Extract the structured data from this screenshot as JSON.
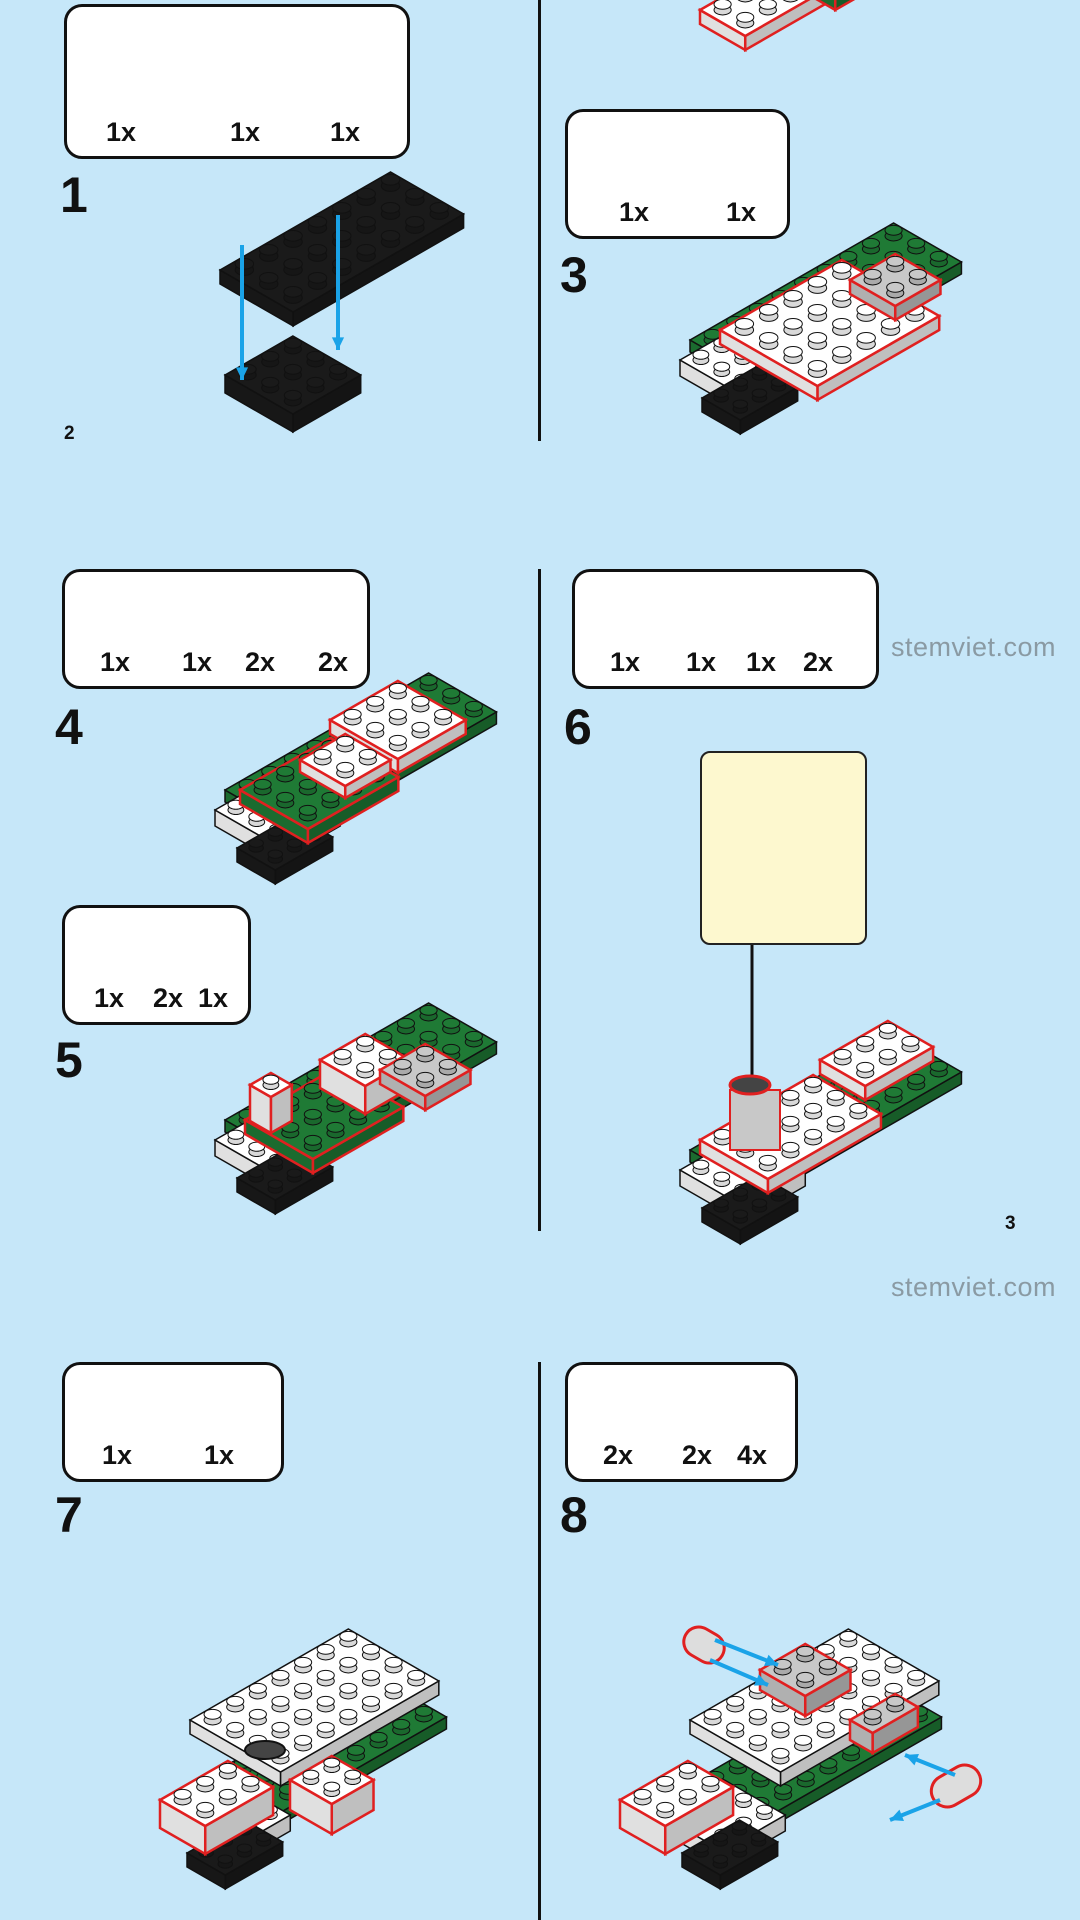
{
  "page_numbers": {
    "left": "2",
    "right": "3"
  },
  "watermark": "stemviet.com",
  "steps": [
    {
      "number": "1",
      "parts": [
        "1x",
        "1x",
        "1x"
      ]
    },
    {
      "number": "3",
      "parts": [
        "1x",
        "1x"
      ]
    },
    {
      "number": "4",
      "parts": [
        "1x",
        "1x",
        "2x",
        "2x"
      ]
    },
    {
      "number": "5",
      "parts": [
        "1x",
        "2x",
        "1x"
      ]
    },
    {
      "number": "6",
      "parts": [
        "1x",
        "1x",
        "1x",
        "2x"
      ]
    },
    {
      "number": "7",
      "parts": [
        "1x",
        "1x"
      ]
    },
    {
      "number": "8",
      "parts": [
        "2x",
        "2x",
        "4x"
      ]
    }
  ],
  "colors": {
    "background": "#c6e7f9",
    "arrow": "#1aa3e8",
    "highlight": "#e02020",
    "green": "#1f7a35",
    "callout": "#fdf8cf"
  }
}
